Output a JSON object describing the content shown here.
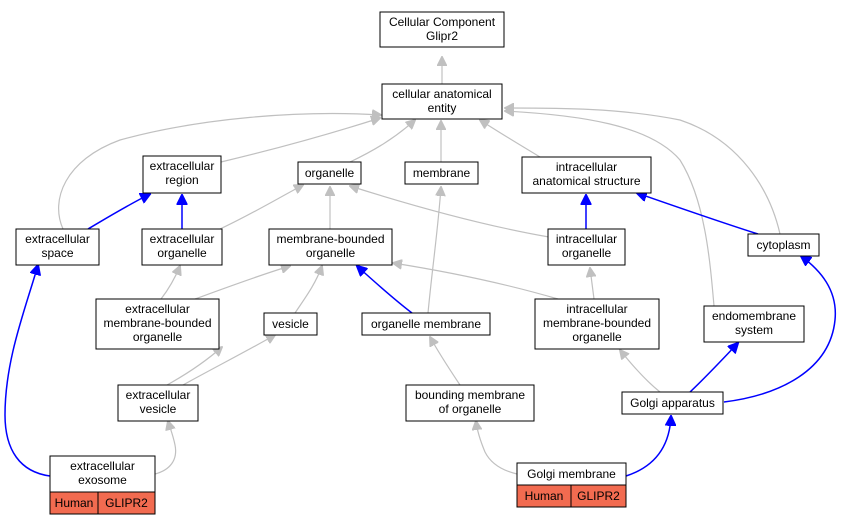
{
  "graph": {
    "edge_gray_color": "#c0c0c0",
    "edge_blue_color": "#0000ff",
    "tag_color": "#f26b50",
    "nodes": {
      "root": [
        "Cellular Component",
        "Glipr2"
      ],
      "cae": [
        "cellular anatomical",
        "entity"
      ],
      "exreg": [
        "extracellular",
        "region"
      ],
      "organelle": [
        "organelle"
      ],
      "membrane": [
        "membrane"
      ],
      "ias": [
        "intracellular",
        "anatomical structure"
      ],
      "exspace": [
        "extracellular",
        "space"
      ],
      "exorg": [
        "extracellular",
        "organelle"
      ],
      "mbo": [
        "membrane-bounded",
        "organelle"
      ],
      "intorg": [
        "intracellular",
        "organelle"
      ],
      "cytoplasm": [
        "cytoplasm"
      ],
      "exmbo": [
        "extracellular",
        "membrane-bounded",
        "organelle"
      ],
      "vesicle": [
        "vesicle"
      ],
      "orgmem": [
        "organelle membrane"
      ],
      "intmbo": [
        "intracellular",
        "membrane-bounded",
        "organelle"
      ],
      "endo": [
        "endomembrane",
        "system"
      ],
      "exves": [
        "extracellular",
        "vesicle"
      ],
      "boundmem": [
        "bounding membrane",
        "of organelle"
      ],
      "golgi": [
        "Golgi apparatus"
      ],
      "exosome": [
        "extracellular",
        "exosome"
      ],
      "golgimem": [
        "Golgi membrane"
      ]
    },
    "tags": {
      "exosome": [
        "Human",
        "GLIPR2"
      ],
      "golgimem": [
        "Human",
        "GLIPR2"
      ]
    }
  }
}
